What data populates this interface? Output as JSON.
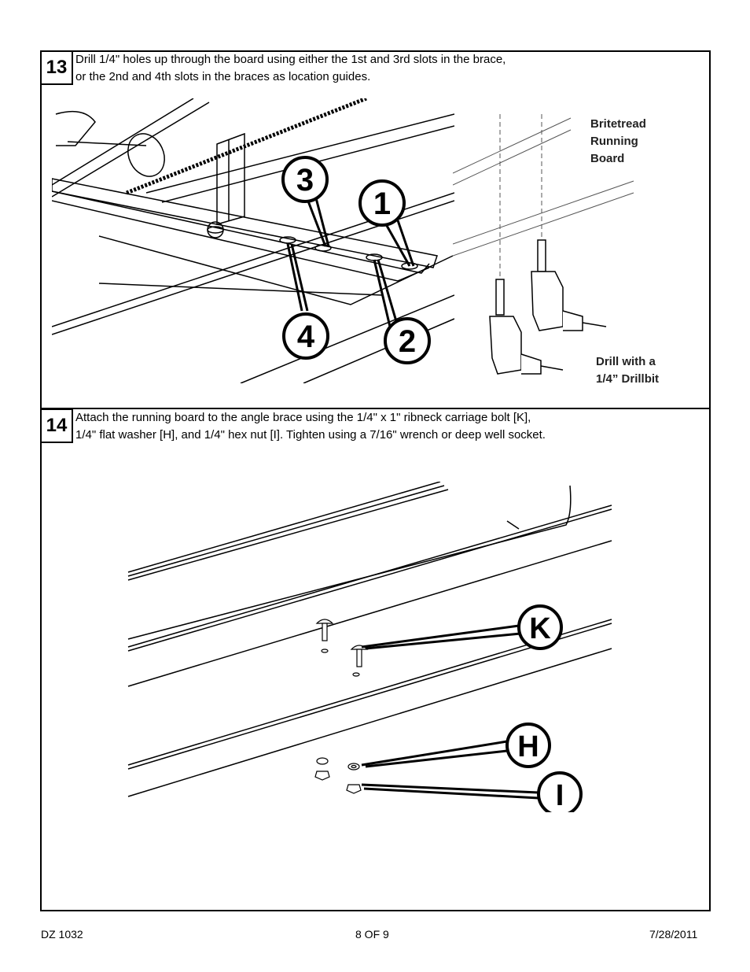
{
  "steps": [
    {
      "number": "13",
      "line1": "Drill 1/4\" holes up through the board using either the 1st and 3rd slots in the brace,",
      "line2": "or the 2nd and 4th slots in the braces as location guides.",
      "callouts": [
        "1",
        "2",
        "3",
        "4"
      ],
      "side_labels": {
        "board_line1": "Britetread",
        "board_line2": "Running",
        "board_line3": "Board",
        "drill_line1": "Drill with a",
        "drill_line2": "1/4” Drillbit"
      }
    },
    {
      "number": "14",
      "line1": "Attach the running board to the angle brace using the 1/4\" x 1\" ribneck carriage bolt [K],",
      "line2": "1/4\" flat washer [H], and 1/4\" hex nut [I].  Tighten using a 7/16\" wrench or deep well socket.",
      "callouts": [
        "K",
        "H",
        "I"
      ]
    }
  ],
  "footer": {
    "left": "DZ 1032",
    "center": "8 OF 9",
    "right": "7/28/2011"
  }
}
